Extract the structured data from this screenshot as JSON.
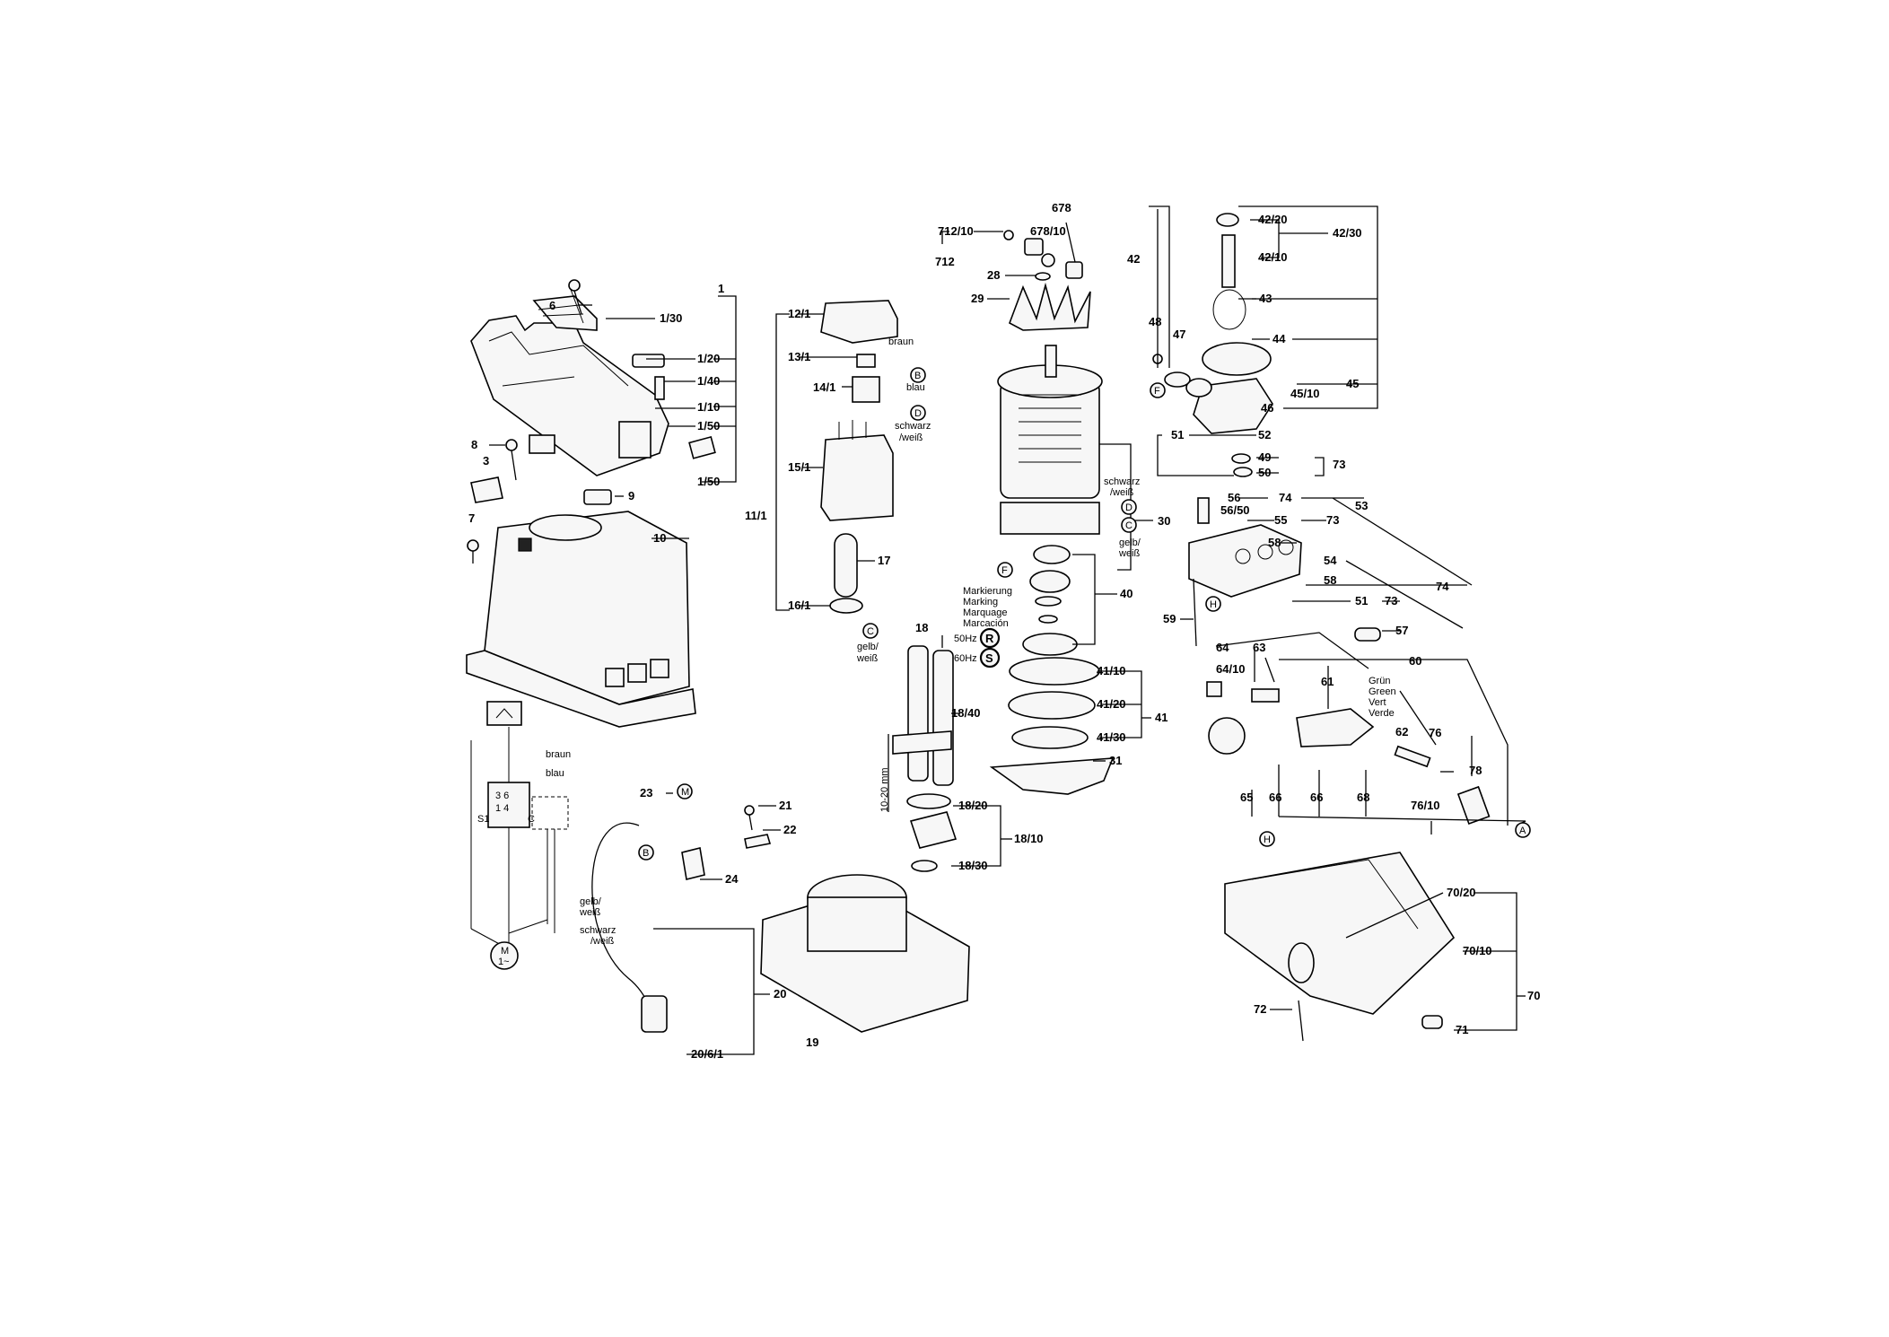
{
  "labels": {
    "l1": "1",
    "l1_30": "1/30",
    "l1_20": "1/20",
    "l1_40": "1/40",
    "l1_10": "1/10",
    "l1_50a": "1/50",
    "l1_50b": "1/50",
    "l6": "6",
    "l8": "8",
    "l3": "3",
    "l9": "9",
    "l7": "7",
    "l10": "10",
    "l12_1": "12/1",
    "l13_1": "13/1",
    "l14_1": "14/1",
    "l15_1": "15/1",
    "l16_1": "16/1",
    "l11_1": "11/1",
    "l17": "17",
    "l18": "18",
    "l18_40": "18/40",
    "l18_20": "18/20",
    "l18_10": "18/10",
    "l18_30": "18/30",
    "l19": "19",
    "l20": "20",
    "l20_6_1": "20/6/1",
    "l21": "21",
    "l22": "22",
    "l23": "23",
    "l24": "24",
    "l28": "28",
    "l29": "29",
    "l30": "30",
    "l31": "31",
    "l40": "40",
    "l41": "41",
    "l41_10": "41/10",
    "l41_20": "41/20",
    "l41_30": "41/30",
    "l678": "678",
    "l678_10": "678/10",
    "l712_10": "712/10",
    "l712": "712",
    "l42": "42",
    "l42_20": "42/20",
    "l42_10": "42/10",
    "l42_30": "42/30",
    "l43": "43",
    "l44": "44",
    "l45": "45",
    "l45_10": "45/10",
    "l46": "46",
    "l47": "47",
    "l48": "48",
    "l49": "49",
    "l50": "50",
    "l51a": "51",
    "l51b": "51",
    "l52": "52",
    "l53": "53",
    "l54": "54",
    "l55": "55",
    "l56": "56",
    "l56_50": "56/50",
    "l57": "57",
    "l58a": "58",
    "l58b": "58",
    "l59": "59",
    "l60": "60",
    "l61": "61",
    "l62": "62",
    "l63": "63",
    "l64": "64",
    "l64_10": "64/10",
    "l65": "65",
    "l66a": "66",
    "l66b": "66",
    "l68": "68",
    "l70": "70",
    "l70_10": "70/10",
    "l70_20": "70/20",
    "l71": "71",
    "l72": "72",
    "l73a": "73",
    "l73b": "73",
    "l73c": "73",
    "l74a": "74",
    "l74b": "74",
    "l76": "76",
    "l76_10": "76/10",
    "l78": "78"
  },
  "wire_labels": {
    "braun_top": "braun",
    "blau_top": "blau",
    "schwarz_top": "schwarz",
    "weiss_top": "/weiß",
    "gelb_mid": "gelb/",
    "weiss_mid": "weiß",
    "schwarz_motor": "schwarz",
    "weiss_motor": "/weiß",
    "gelb_motor": "gelb/",
    "weiss_motor2": "weiß",
    "braun_wd": "braun",
    "blau_wd": "blau",
    "gelb_wd": "gelb/",
    "weiss_wd": "weiß",
    "schwarz_wd": "schwarz",
    "weiss_wd2": "/weiß"
  },
  "marking_labels": [
    "Markierung",
    "Marking",
    "Marquage",
    "Marcación"
  ],
  "frequency_labels": {
    "hz50": "50Hz",
    "hz60": "60Hz"
  },
  "color_labels": [
    "Grün",
    "Green",
    "Vert",
    "Verde"
  ],
  "dimension_label": "10-20 mm",
  "circle_markers": {
    "A": "A",
    "B": "B",
    "C": "C",
    "D": "D",
    "F": "F",
    "H": "H",
    "M": "M",
    "R": "R",
    "S": "S"
  },
  "schematic_labels": {
    "s1": "S1",
    "c": "C",
    "m": "M",
    "m_phase": "1~",
    "terminals_top": "3  6",
    "terminals_bottom": "1  4"
  }
}
